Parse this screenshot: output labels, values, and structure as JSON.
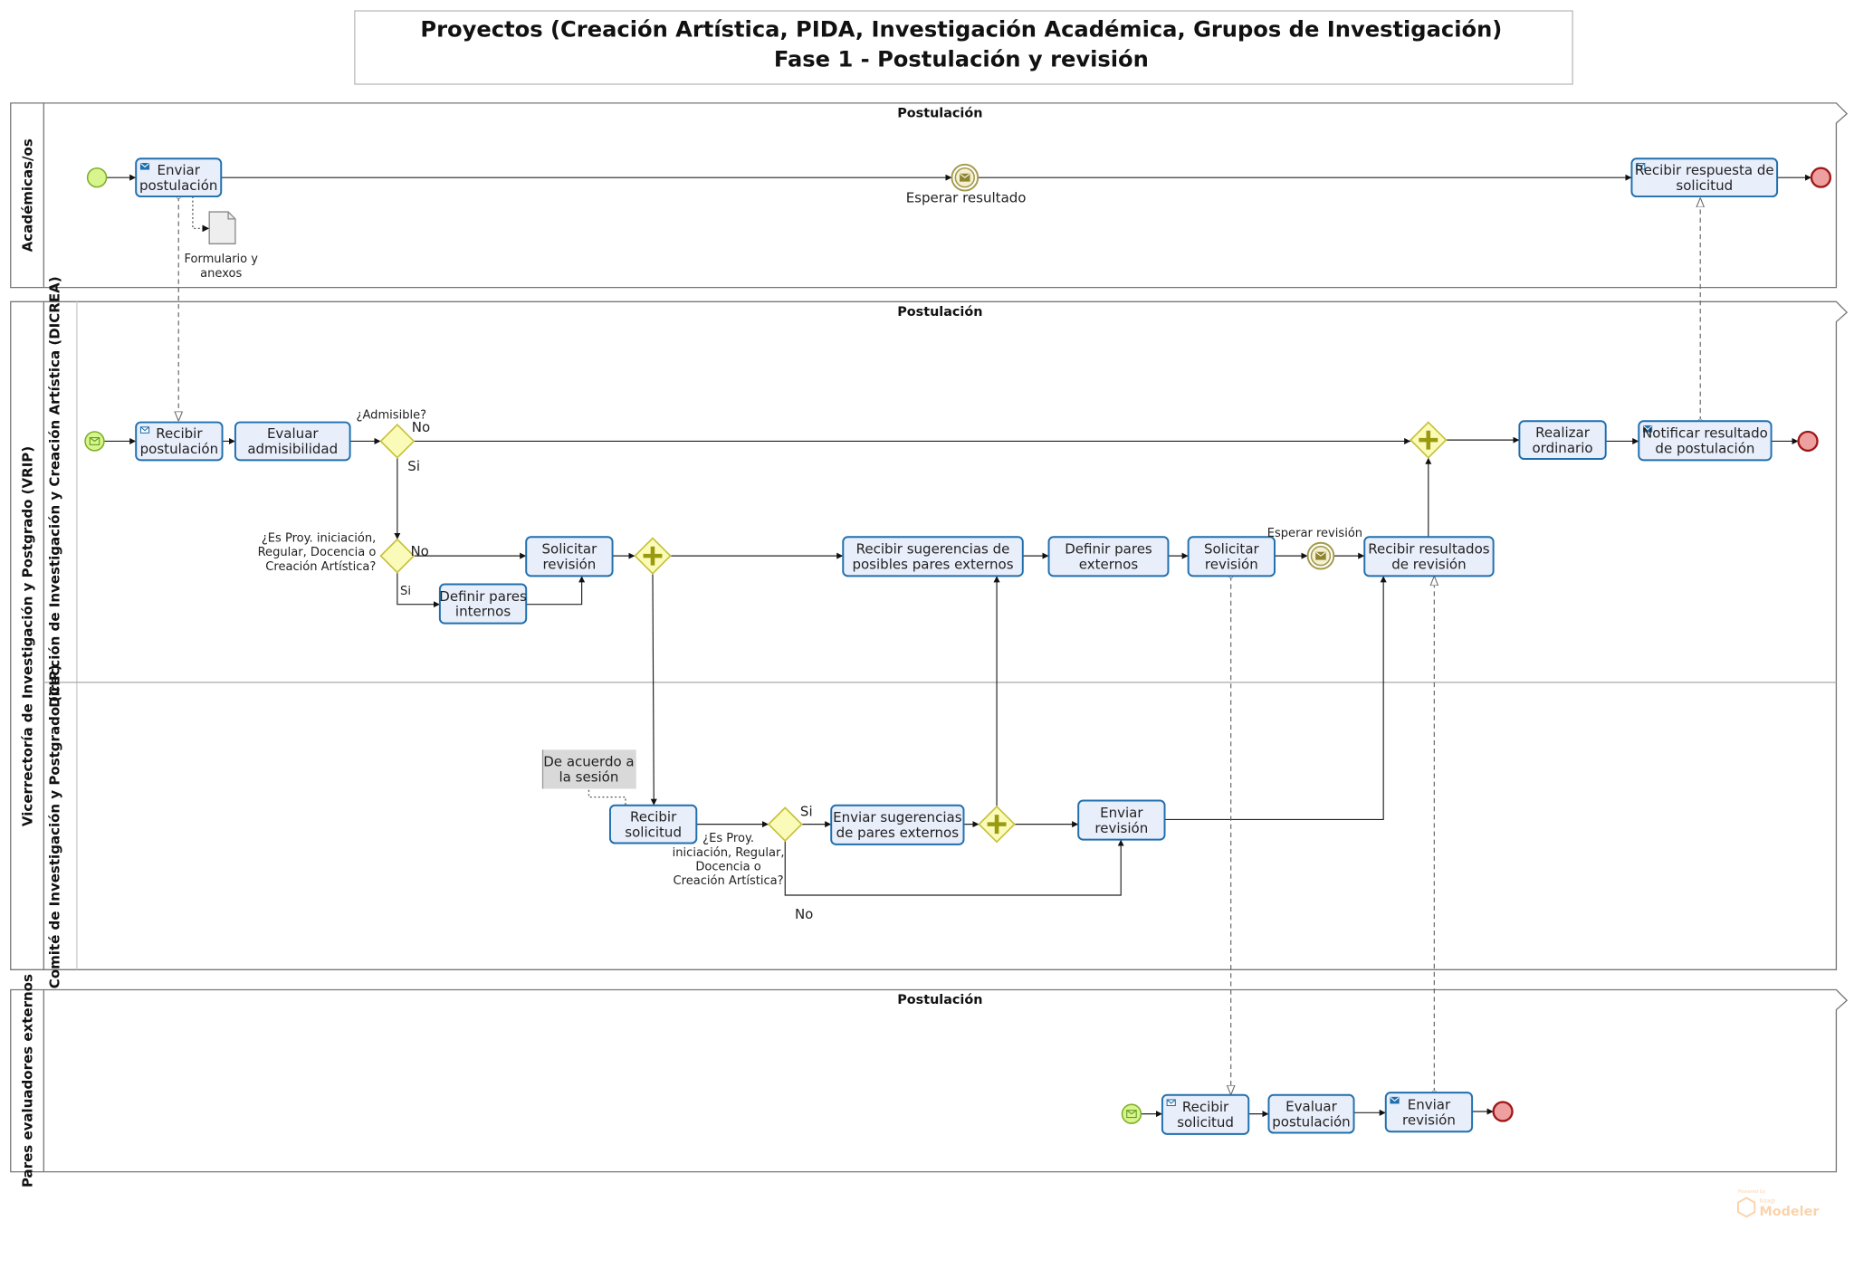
{
  "title": {
    "line1": "Proyectos (Creación Artística, PIDA, Investigación Académica, Grupos de Investigación)",
    "line2": "Fase 1 - Postulación y revisión"
  },
  "pools": [
    {
      "label": "Académicas/os",
      "phase": "Postulación"
    },
    {
      "label": "Vicerrectoría de Investigación y Postgrado (VRIP)",
      "phase": "Postulación",
      "lanes": [
        "Dirección de Investigación y Creación Artística (DICREA)",
        "Comité de Investigación y Postgrado (CIP)"
      ]
    },
    {
      "label": "Pares evaluadores externos",
      "phase": "Postulación"
    }
  ],
  "tasks": [
    {
      "id": "a1",
      "lines": [
        "Enviar",
        "postulación"
      ],
      "marker": "send-message"
    },
    {
      "id": "a2",
      "lines": [
        "Recibir respuesta de",
        "solicitud"
      ],
      "marker": "receive-message"
    },
    {
      "id": "d1",
      "lines": [
        "Recibir",
        "postulación"
      ],
      "marker": "receive-message"
    },
    {
      "id": "d2",
      "lines": [
        "Evaluar",
        "admisibilidad"
      ]
    },
    {
      "id": "d3",
      "lines": [
        "Realizar",
        "ordinario"
      ]
    },
    {
      "id": "d4",
      "lines": [
        "Notificar resultado",
        "de postulación"
      ],
      "marker": "send-message"
    },
    {
      "id": "d5",
      "lines": [
        "Solicitar",
        "revisión"
      ]
    },
    {
      "id": "d6",
      "lines": [
        "Definir pares",
        "internos"
      ]
    },
    {
      "id": "d7",
      "lines": [
        "Recibir sugerencias de",
        "posibles pares externos"
      ]
    },
    {
      "id": "d8",
      "lines": [
        "Definir pares",
        "externos"
      ]
    },
    {
      "id": "d9",
      "lines": [
        "Solicitar",
        "revisión"
      ]
    },
    {
      "id": "d10",
      "lines": [
        "Recibir resultados",
        "de revisión"
      ]
    },
    {
      "id": "c1",
      "lines": [
        "Recibir",
        "solicitud"
      ]
    },
    {
      "id": "c2",
      "lines": [
        "Enviar sugerencias",
        "de pares externos"
      ]
    },
    {
      "id": "c3",
      "lines": [
        "Enviar",
        "revisión"
      ]
    },
    {
      "id": "p1",
      "lines": [
        "Recibir",
        "solicitud"
      ],
      "marker": "receive-message"
    },
    {
      "id": "p2",
      "lines": [
        "Evaluar",
        "postulación"
      ]
    },
    {
      "id": "p3",
      "lines": [
        "Enviar",
        "revisión"
      ],
      "marker": "send-message"
    }
  ],
  "labels": [
    {
      "id": "esperar-resultado",
      "lines": [
        "Esperar resultado"
      ]
    },
    {
      "id": "formulario",
      "lines": [
        "Formulario y",
        "anexos"
      ]
    },
    {
      "id": "admisible",
      "lines": [
        "¿Admisible?"
      ]
    },
    {
      "id": "adm-no",
      "lines": [
        "No"
      ]
    },
    {
      "id": "adm-si",
      "lines": [
        "Si"
      ]
    },
    {
      "id": "esproy1",
      "lines": [
        "¿Es Proy. iniciación,",
        "Regular, Docencia o",
        "Creación Artística?"
      ]
    },
    {
      "id": "esproy1-no",
      "lines": [
        "No"
      ]
    },
    {
      "id": "esproy1-si",
      "lines": [
        "Si"
      ]
    },
    {
      "id": "esperar-revision",
      "lines": [
        "Esperar revisión"
      ]
    },
    {
      "id": "esproy2",
      "lines": [
        "¿Es Proy.",
        "iniciación, Regular,",
        "Docencia o",
        "Creación Artística?"
      ]
    },
    {
      "id": "esproy2-si",
      "lines": [
        "Si"
      ]
    },
    {
      "id": "esproy2-no",
      "lines": [
        "No"
      ]
    }
  ],
  "annotation": {
    "lines": [
      "De acuerdo a",
      "la sesión"
    ]
  },
  "watermark": {
    "powered": "Powered by",
    "brand": "bizagi",
    "product": "Modeler"
  },
  "colors": {
    "task_fill": "#e9eefb",
    "task_stroke": "#1f6fae",
    "start": "#d7f58c",
    "end": "#ee9f9f",
    "gateway": "#fbfbb9",
    "gateway_stroke": "#c7c23a"
  }
}
